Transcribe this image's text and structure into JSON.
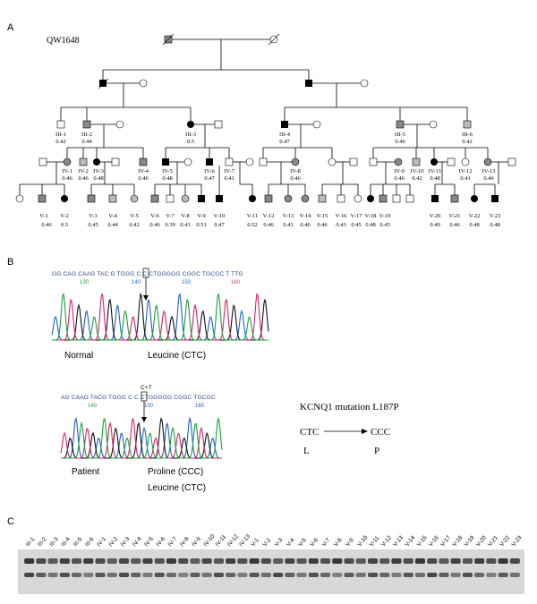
{
  "panels": [
    "A",
    "B",
    "C"
  ],
  "pedigree": {
    "family_id": "QW1648",
    "gen3": [
      {
        "id": "III-1",
        "value": "0.42"
      },
      {
        "id": "III-2",
        "value": "0.44"
      },
      {
        "id": "III-3",
        "value": "0.5"
      },
      {
        "id": "III-4",
        "value": "0.47"
      },
      {
        "id": "III-5",
        "value": "0.46"
      },
      {
        "id": "III-6",
        "value": "0.42"
      }
    ],
    "gen4": [
      {
        "id": "IV-1",
        "value": "0.46"
      },
      {
        "id": "IV-2",
        "value": "0.46"
      },
      {
        "id": "IV-3",
        "value": "0.48"
      },
      {
        "id": "IV-4",
        "value": "0.46"
      },
      {
        "id": "IV-5",
        "value": "0.48"
      },
      {
        "id": "IV-6",
        "value": "0.47"
      },
      {
        "id": "IV-7",
        "value": "0.41"
      },
      {
        "id": "IV-8",
        "value": "0.46"
      },
      {
        "id": "IV-9",
        "value": "0.46"
      },
      {
        "id": "IV-10",
        "value": "0.42"
      },
      {
        "id": "IV-11",
        "value": "0.48"
      },
      {
        "id": "IV-12",
        "value": "0.41"
      },
      {
        "id": "IV-13",
        "value": "0.46"
      }
    ],
    "gen5": [
      {
        "id": "V-1",
        "value": "0.46"
      },
      {
        "id": "V-2",
        "value": "0.5"
      },
      {
        "id": "V-3",
        "value": "0.45"
      },
      {
        "id": "V-4",
        "value": "0.44"
      },
      {
        "id": "V-5",
        "value": "0.42"
      },
      {
        "id": "V-6",
        "value": "0.46"
      },
      {
        "id": "V-7",
        "value": "0.39"
      },
      {
        "id": "V-8",
        "value": "0.43"
      },
      {
        "id": "V-9",
        "value": "0.51"
      },
      {
        "id": "V-10",
        "value": "0.47"
      },
      {
        "id": "V-11",
        "value": "0.52"
      },
      {
        "id": "V-12",
        "value": "0.46"
      },
      {
        "id": "V-13",
        "value": "0.43"
      },
      {
        "id": "V-14",
        "value": "0.46"
      },
      {
        "id": "V-15",
        "value": "0.46"
      },
      {
        "id": "V-16",
        "value": "0.43"
      },
      {
        "id": "V-17",
        "value": "0.45"
      },
      {
        "id": "V-18",
        "value": "0.48"
      },
      {
        "id": "V-19",
        "value": "0.45"
      },
      {
        "id": "V-20",
        "value": "0.49"
      },
      {
        "id": "V-21",
        "value": "0.46"
      },
      {
        "id": "V-22",
        "value": "0.48"
      },
      {
        "id": "V-23",
        "value": "0.48"
      }
    ]
  },
  "sequencing": {
    "normal_sequence": "GG CAG CAAG TAC G TGGG C C CTGGGGG CGGC TGCGC T TTG",
    "normal_positions": [
      "130",
      "140",
      "150",
      "160"
    ],
    "normal_label": "Normal",
    "normal_codon": "Leucine (CTC)",
    "patient_sequence": "AG CAAG TACG TGGG C C CTGGGGG CGGC TGCGC",
    "patient_positions": [
      "140",
      "150",
      "160"
    ],
    "mutation_marker": "C+T",
    "patient_label": "Patient",
    "patient_codon_1": "Proline (CCC)",
    "patient_codon_2": "Leucine (CTC)",
    "mutation_title": "KCNQ1 mutation   L187P",
    "codon_from": "CTC",
    "codon_to": "CCC",
    "aa_from": "L",
    "aa_to": "P"
  },
  "gel_lanes": [
    "III-1",
    "III-2",
    "III-3",
    "III-4",
    "III-5",
    "III-6",
    "IV-1",
    "IV-2",
    "IV-3",
    "IV-4",
    "IV-5",
    "IV-6",
    "IV-7",
    "IV-8",
    "IV-9",
    "IV-10",
    "IV-11",
    "IV-12",
    "IV-13",
    "V-1",
    "V-2",
    "V-3",
    "V-4",
    "V-5",
    "V-6",
    "V-7",
    "V-8",
    "V-9",
    "V-10",
    "V-11",
    "V-12",
    "V-13",
    "V-14",
    "V-15",
    "V-16",
    "V-17",
    "V-18",
    "V-19",
    "V-20",
    "V-21",
    "V-22",
    "V-23"
  ]
}
